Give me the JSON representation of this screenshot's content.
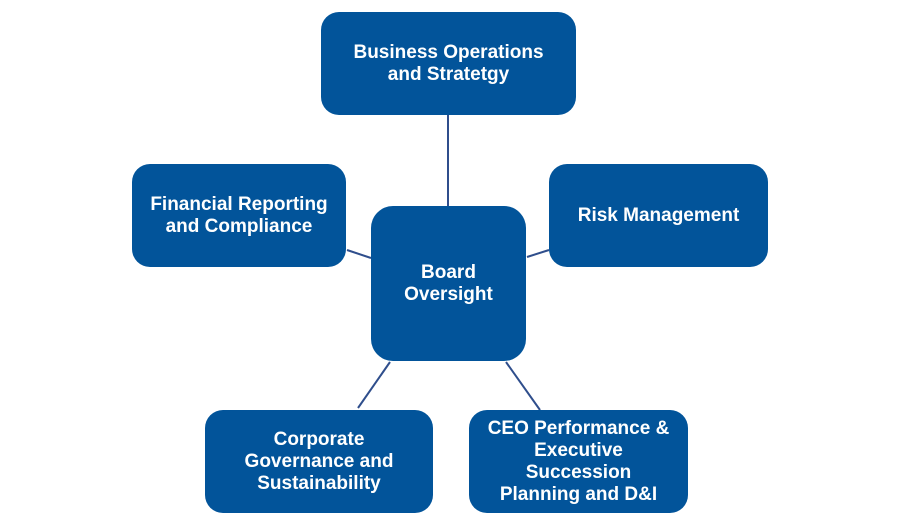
{
  "diagram": {
    "type": "hub-and-spoke",
    "colors": {
      "node_fill": "#02549a",
      "node_text": "#ffffff",
      "connector": "#2f4e8c",
      "background": "#ffffff"
    },
    "center": {
      "label": "Board\nOversight",
      "lines": [
        "Board",
        "Oversight"
      ]
    },
    "nodes": [
      {
        "id": "business-operations",
        "lines": [
          "Business Operations",
          "and Stratetgy"
        ]
      },
      {
        "id": "risk-management",
        "lines": [
          "Risk Management"
        ]
      },
      {
        "id": "ceo-performance",
        "lines": [
          "CEO Performance &",
          "Executive",
          "Succession",
          "Planning and D&I"
        ]
      },
      {
        "id": "corporate-governance",
        "lines": [
          "Corporate",
          "Governance and",
          "Sustainability"
        ]
      },
      {
        "id": "financial-reporting",
        "lines": [
          "Financial Reporting",
          "and Compliance"
        ]
      }
    ]
  }
}
